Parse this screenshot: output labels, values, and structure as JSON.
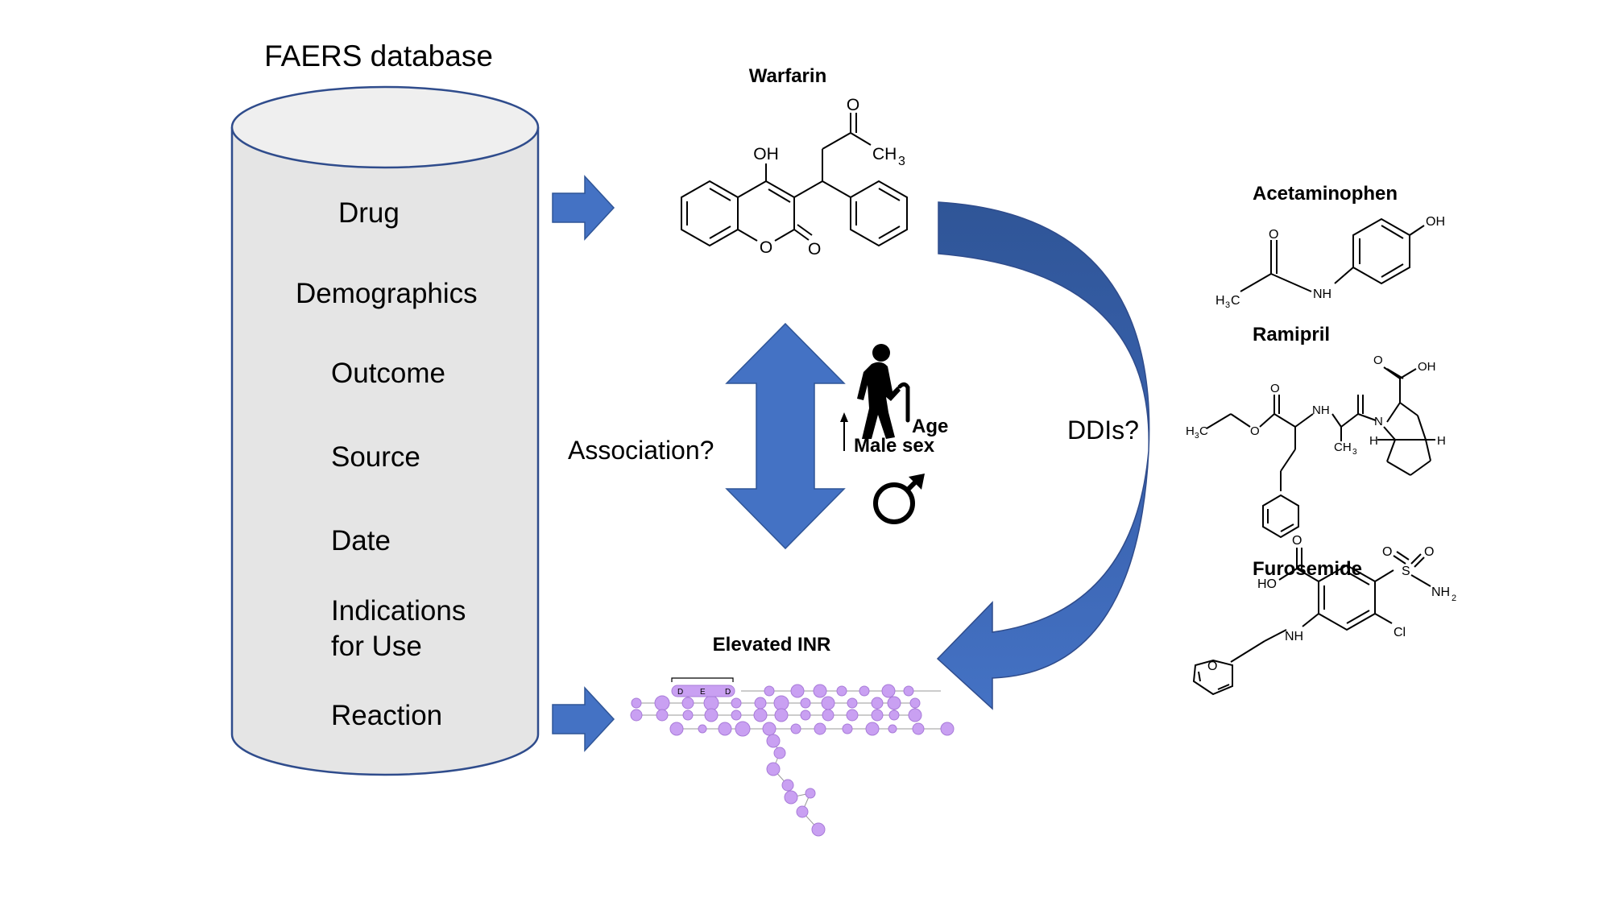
{
  "database": {
    "title": "FAERS database",
    "fields": [
      "Drug",
      "Demographics",
      "Outcome",
      "Source",
      "Date",
      "Indications",
      "for Use",
      "Reaction"
    ]
  },
  "warfarin": {
    "name": "Warfarin",
    "atoms": {
      "oh": "OH",
      "o_ketone": "O",
      "ch3": "CH",
      "ch3_sub": "3",
      "o_ring": "O",
      "o_carbonyl": "O"
    }
  },
  "association": {
    "label": "Association?"
  },
  "demographics": {
    "age": "Age",
    "male_sex": "Male sex",
    "arrow": "↑",
    "male_symbol": "♂"
  },
  "ddi": {
    "label": "DDIs?"
  },
  "elevated_inr": {
    "title": "Elevated INR",
    "sequence_labels": [
      "D",
      "E",
      "D"
    ]
  },
  "interacting_drugs": [
    {
      "name": "Acetaminophen",
      "atoms": [
        "OH",
        "O",
        "H",
        "3",
        "C",
        "NH"
      ]
    },
    {
      "name": "Ramipril",
      "atoms": [
        "O",
        "OH",
        "O",
        "O",
        "NH",
        "N",
        "H",
        "3",
        "C",
        "CH",
        "3",
        "H",
        "H"
      ]
    },
    {
      "name": "Furosemide",
      "atoms": [
        "O",
        "O",
        "O",
        "S",
        "HO",
        "NH",
        "2",
        "O",
        "NH",
        "Cl"
      ]
    }
  ],
  "colors": {
    "arrow_blue": "#4472C4",
    "arrow_dark": "#2F5597",
    "cylinder_fill": "#E5E5E5",
    "cylinder_top": "#EFEFEF",
    "cylinder_stroke": "#2F4C8C",
    "node_purple": "#C9A0F2",
    "node_stroke": "#A87BD8"
  }
}
